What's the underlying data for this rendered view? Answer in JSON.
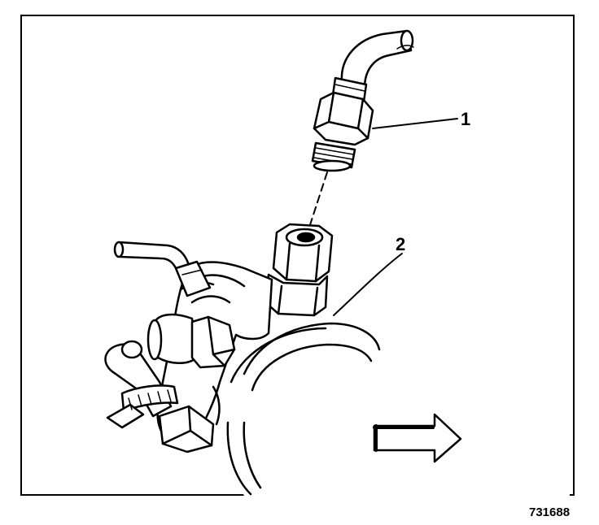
{
  "figure": {
    "callouts": [
      "1",
      "2"
    ],
    "figure_number": "731688"
  },
  "colors": {
    "ink": "#000000",
    "paper": "#ffffff"
  }
}
